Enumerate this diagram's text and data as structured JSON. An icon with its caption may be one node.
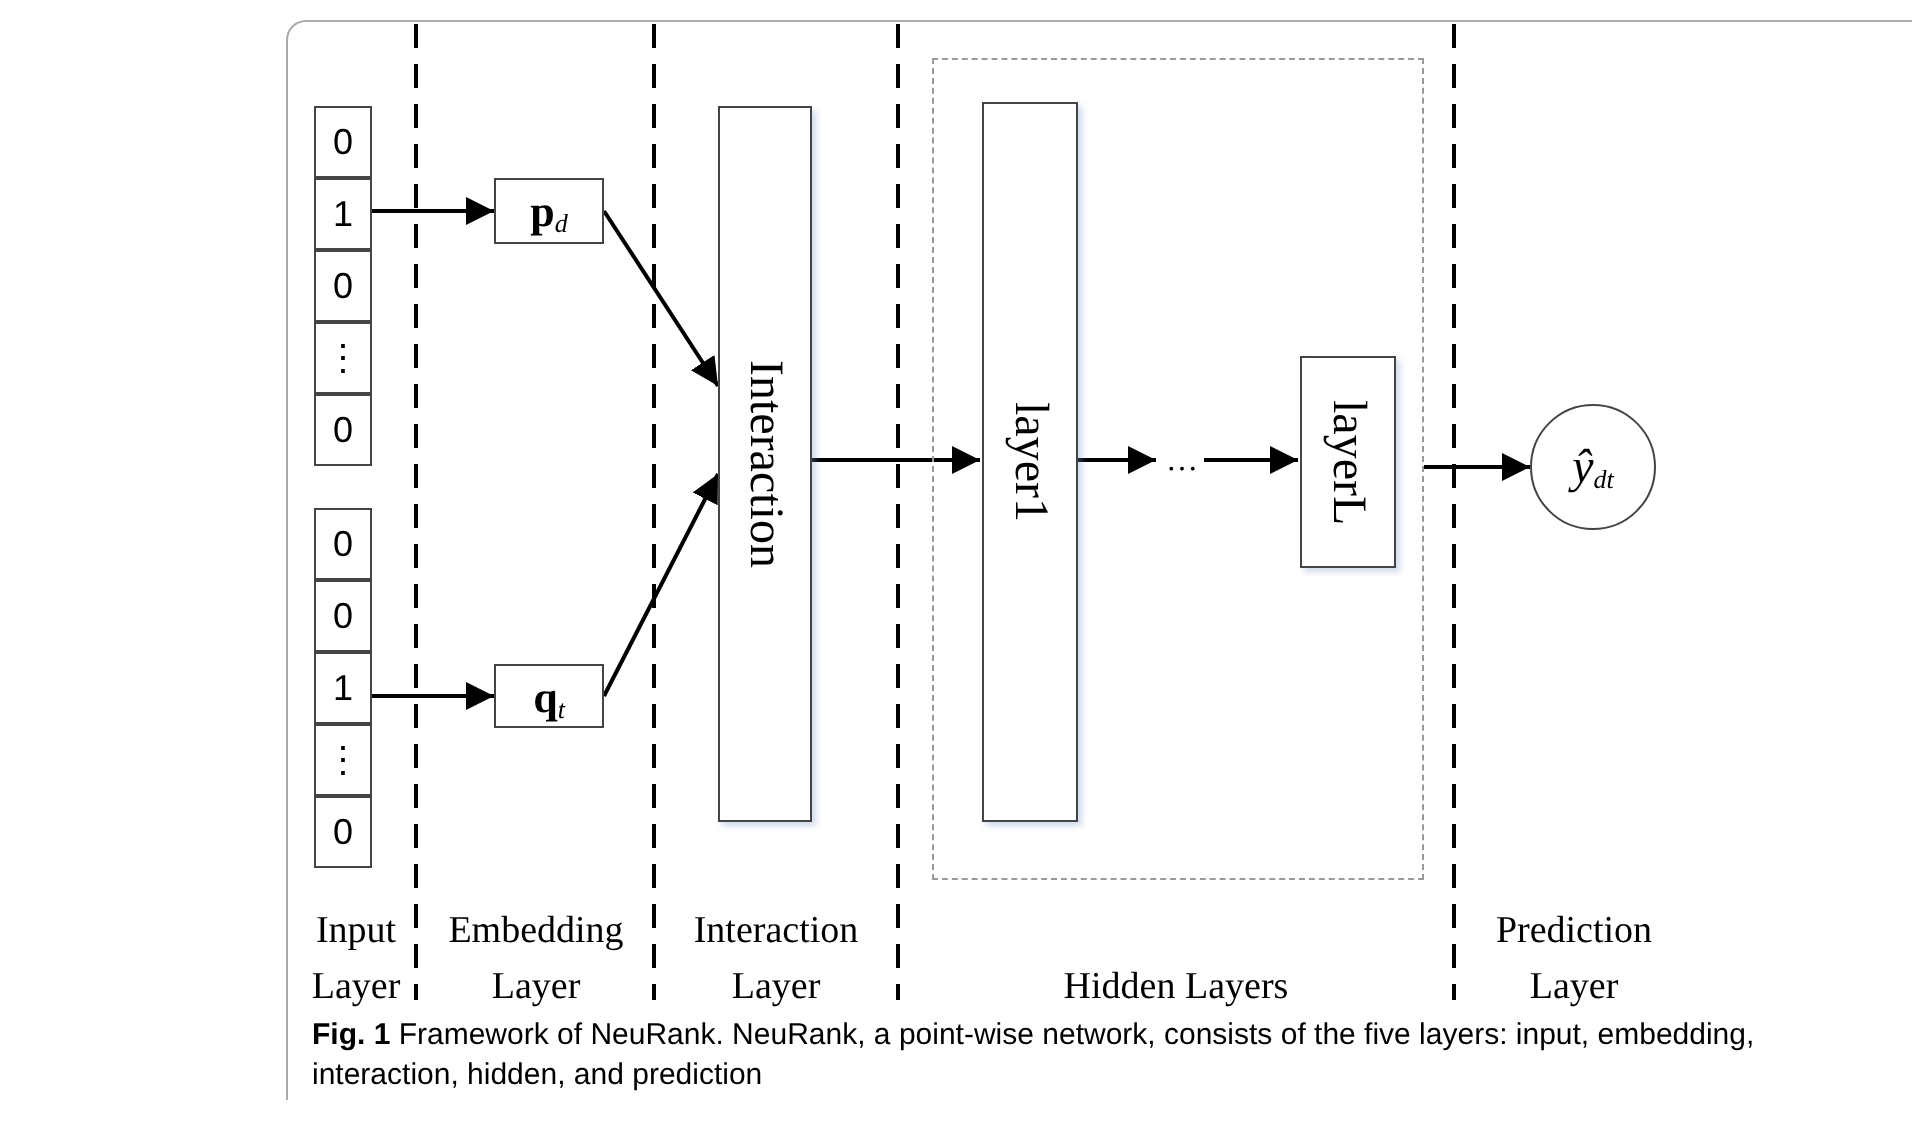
{
  "diagram": {
    "caption": "**Fig. 1** Framework of NeuRank. NeuRank, a point-wise network, consists of the five layers: input, embedding, interaction, hidden, and prediction",
    "nodes": [
      {
        "text": [
          "0"
        ]
      },
      {
        "text": [
          "1"
        ]
      },
      {
        "text": [
          "0"
        ]
      },
      {
        "text": [
          "⋮"
        ]
      },
      {
        "text": [
          "0"
        ]
      },
      {
        "text": [
          "0"
        ]
      },
      {
        "text": [
          "0"
        ]
      },
      {
        "text": [
          "1"
        ]
      },
      {
        "text": [
          "⋮"
        ]
      },
      {
        "text": [
          "0"
        ]
      },
      {
        "text": [
          "**p**$_{d}$"
        ]
      },
      {
        "text": [
          "**q**$_{t}$"
        ]
      },
      {
        "text": [
          "Interaction"
        ]
      },
      {
        "text": [],
        "shape": "box"
      },
      {
        "text": [
          "layer1"
        ],
        "in": 13
      },
      {
        "text": [
          "…"
        ],
        "in": 13
      },
      {
        "text": [
          "layerL"
        ],
        "in": 13
      },
      {
        "text": [
          "ŷ$_{dt}$"
        ]
      }
    ],
    "edges": [
      {
        "from": 1,
        "to": 10,
        "arrow": "to"
      },
      {
        "from": 7,
        "to": 11,
        "arrow": "to"
      },
      {
        "from": 10,
        "to": 12,
        "arrow": "to"
      },
      {
        "from": 11,
        "to": 12,
        "arrow": "to"
      },
      {
        "from": 12,
        "to": 14,
        "arrow": "to"
      },
      {
        "from": 14,
        "to": 15,
        "arrow": "to"
      },
      {
        "from": 15,
        "to": 16,
        "arrow": "to"
      },
      {
        "from": 13,
        "to": 17,
        "arrow": "to"
      }
    ],
    "labels": [
      "Input Layer",
      "Embedding Layer",
      "Interaction Layer",
      "Hidden Layers",
      "Prediction Layer"
    ]
  }
}
